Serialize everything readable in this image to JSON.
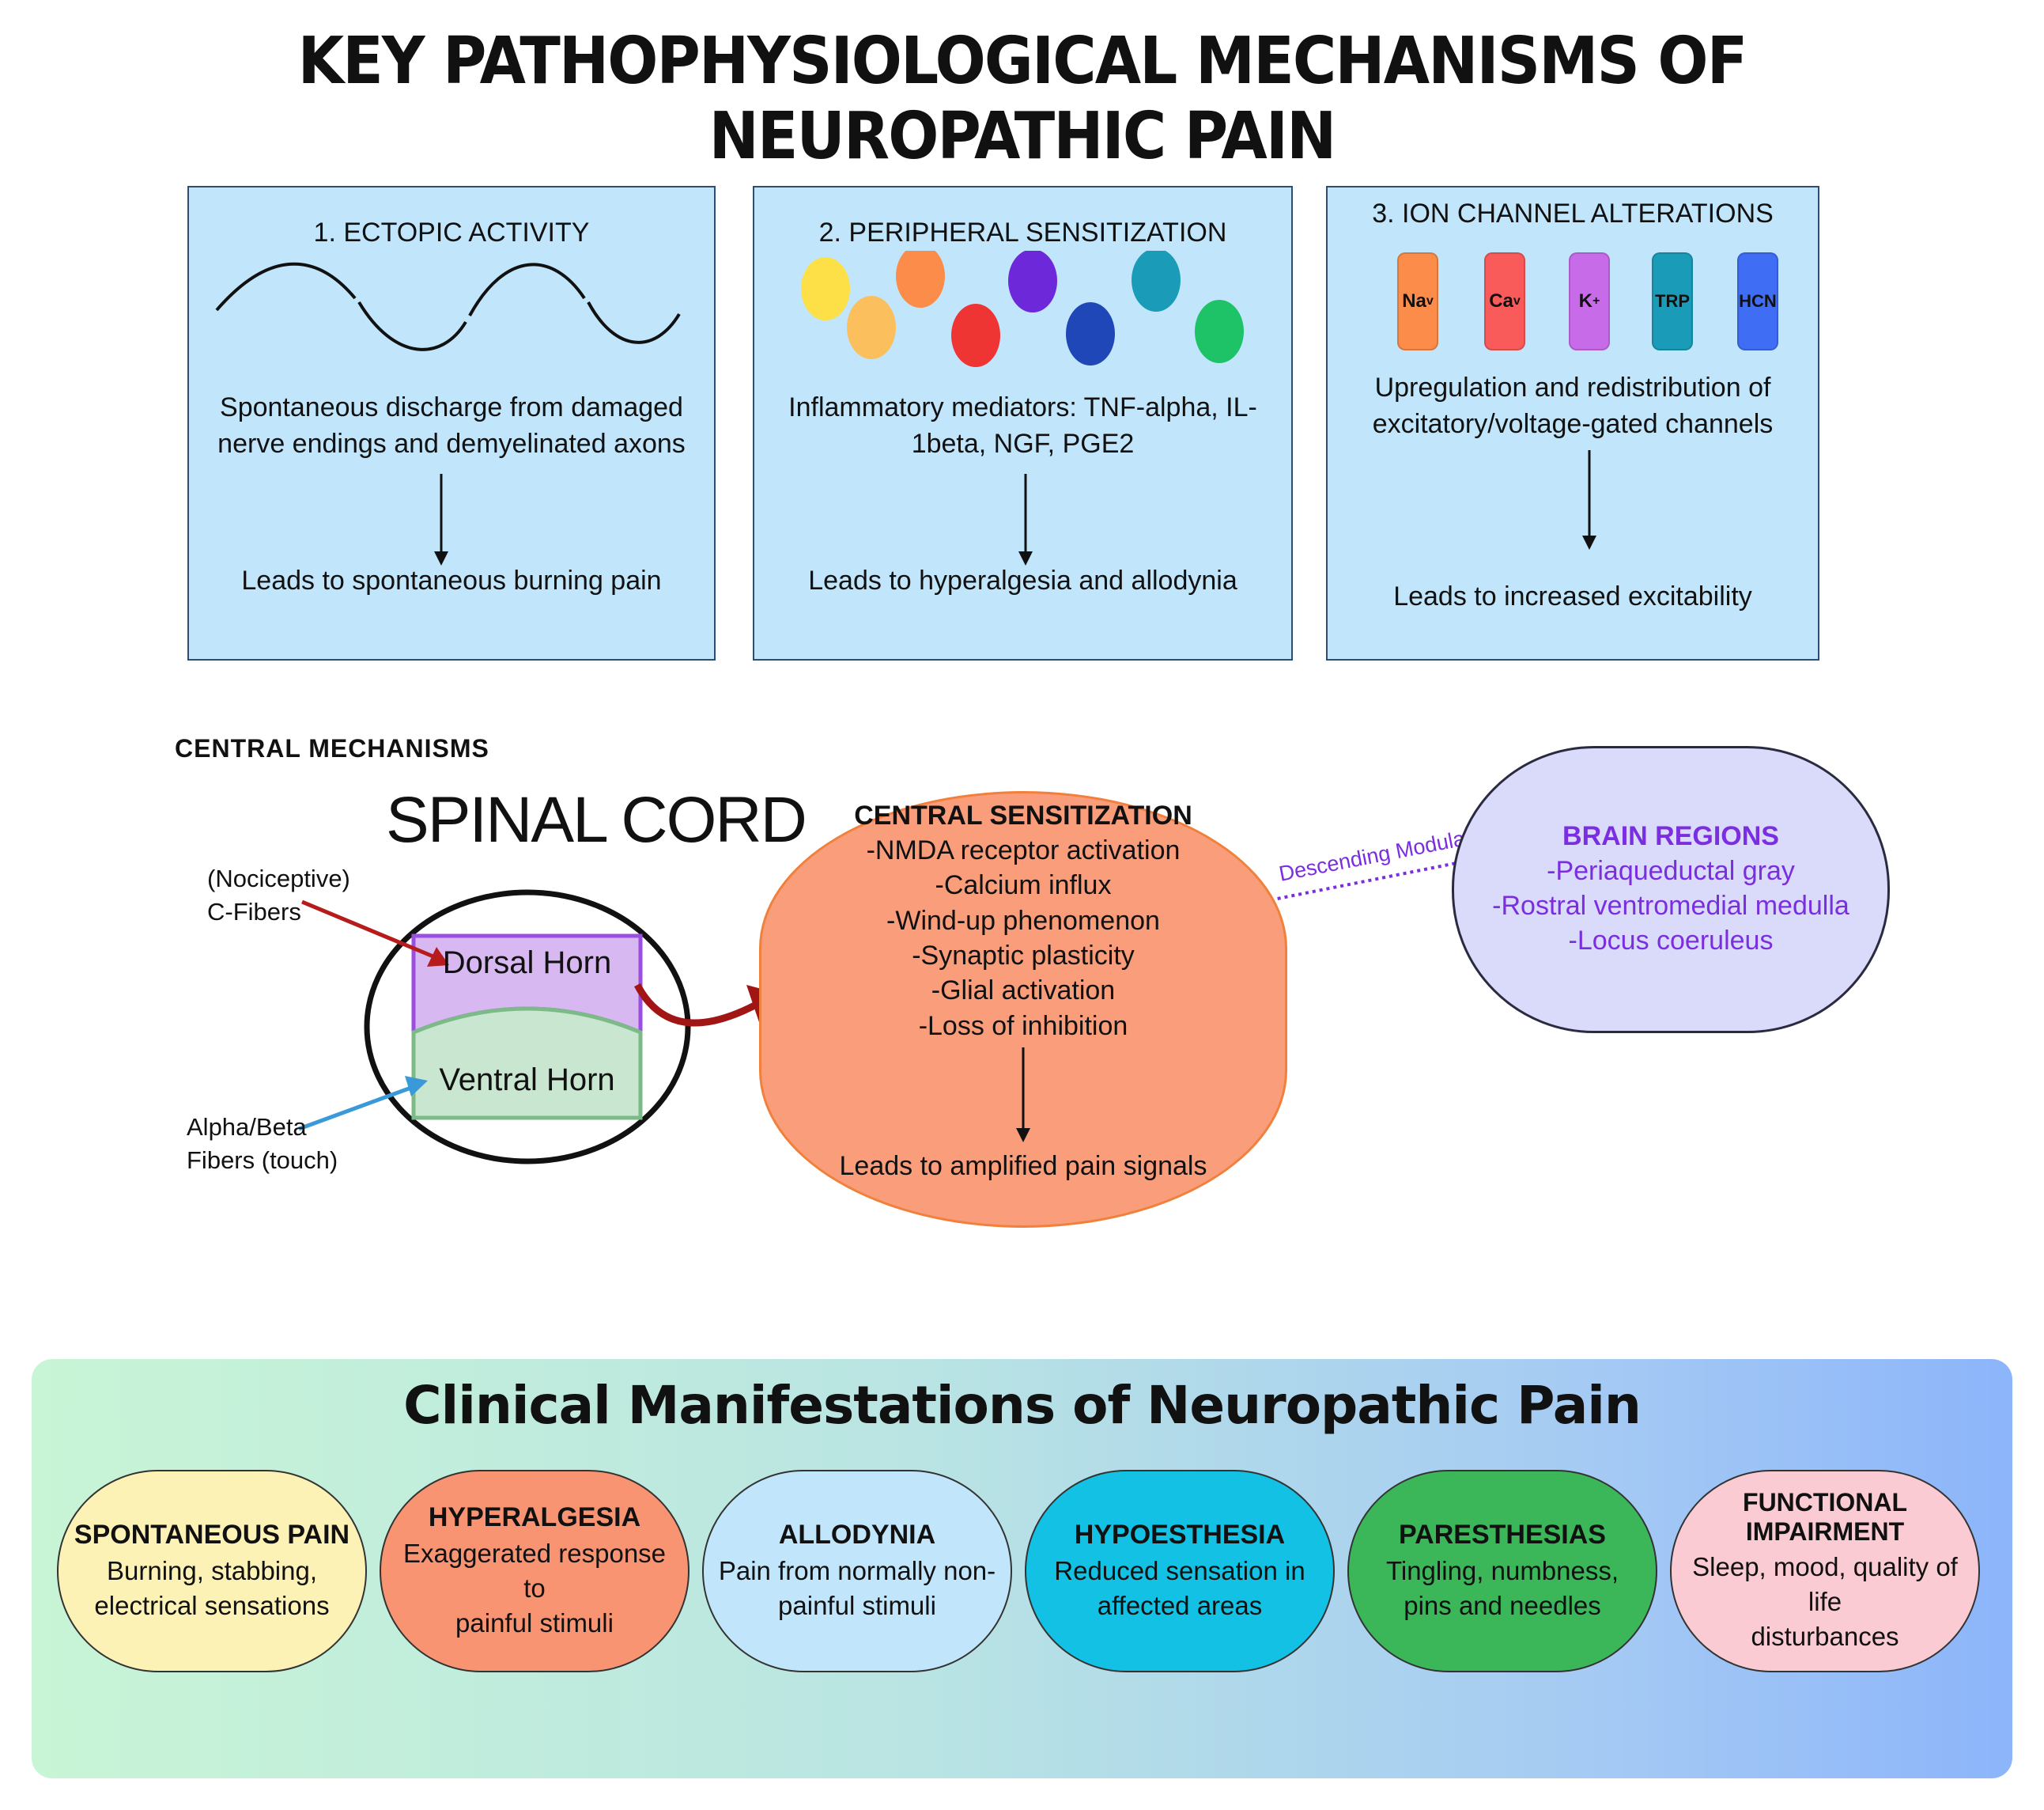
{
  "title": "KEY PATHOPHYSIOLOGICAL MECHANISMS OF NEUROPATHIC PAIN",
  "mechanisms": [
    {
      "title": "1. ECTOPIC ACTIVITY",
      "description": "Spontaneous discharge from damaged nerve endings and demyelinated axons",
      "result": "Leads to spontaneous burning pain"
    },
    {
      "title": "2. PERIPHERAL SENSITIZATION",
      "description": "Inflammatory mediators: TNF-alpha, IL-1beta, NGF, PGE2",
      "result": "Leads to hyperalgesia and allodynia",
      "dot_colors": [
        "#fde047",
        "#fbbf5e",
        "#fb8c4a",
        "#ef3434",
        "#6d28d9",
        "#1f47b8",
        "#1a9cb8",
        "#1ec267"
      ]
    },
    {
      "title": "3. ION CHANNEL ALTERATIONS",
      "channels": [
        {
          "label": "Na",
          "sub": "v",
          "color": "#fb8c4a"
        },
        {
          "label": "Ca",
          "sub": "v",
          "color": "#f95a5a"
        },
        {
          "label": "K",
          "sup": "+",
          "color": "#c86be8"
        },
        {
          "label": "TRP",
          "color": "#1a9cb8"
        },
        {
          "label": "HCN",
          "color": "#3f6ef5"
        }
      ],
      "description": "Upregulation and redistribution of excitatory/voltage-gated channels",
      "result": "Leads to increased excitability"
    }
  ],
  "central": {
    "label": "CENTRAL  MECHANISMS",
    "spinal_cord": "SPINAL CORD",
    "c_fibers": [
      "(Nociceptive)",
      "C-Fibers"
    ],
    "ab_fibers": [
      "Alpha/Beta",
      "Fibers (touch)"
    ],
    "dorsal_horn": "Dorsal Horn",
    "ventral_horn": "Ventral Horn",
    "sensitization": {
      "title": "CENTRAL SENSITIZATION",
      "items": [
        "-NMDA receptor activation",
        "-Calcium influx",
        "-Wind-up phenomenon",
        "-Synaptic plasticity",
        "-Glial activation",
        "-Loss of inhibition"
      ],
      "result": "Leads to amplified pain signals"
    },
    "modulation_label": "Descending Modulation",
    "brain": {
      "title": "BRAIN REGIONS",
      "items": [
        "-Periaqueductal gray",
        "-Rostral ventromedial medulla",
        "-Locus coeruleus"
      ]
    }
  },
  "clinical": {
    "title": "Clinical Manifestations of Neuropathic Pain",
    "cards": [
      {
        "title": "SPONTANEOUS PAIN",
        "lines": [
          "Burning, stabbing,",
          "electrical sensations"
        ],
        "color": "#fdf2b6",
        "text_color": "#111111"
      },
      {
        "title": "HYPERALGESIA",
        "lines": [
          "Exaggerated response to",
          "painful stimuli"
        ],
        "color": "#f99473",
        "text_color": "#111111"
      },
      {
        "title": "ALLODYNIA",
        "lines": [
          "Pain from normally non-",
          "painful stimuli"
        ],
        "color": "#c1e6fb",
        "text_color": "#111111"
      },
      {
        "title": "HYPOESTHESIA",
        "lines": [
          "Reduced sensation in",
          "affected areas"
        ],
        "color": "#12c1e3",
        "text_color": "#111111"
      },
      {
        "title": "PARESTHESIAS",
        "lines": [
          "Tingling, numbness,",
          "pins and needles"
        ],
        "color": "#3bb75a",
        "text_color": "#111111"
      },
      {
        "title": "FUNCTIONAL IMPAIRMENT",
        "lines": [
          "Sleep, mood, quality of life",
          "disturbances"
        ],
        "color": "#fbcbd3",
        "text_color": "#111111"
      }
    ]
  }
}
